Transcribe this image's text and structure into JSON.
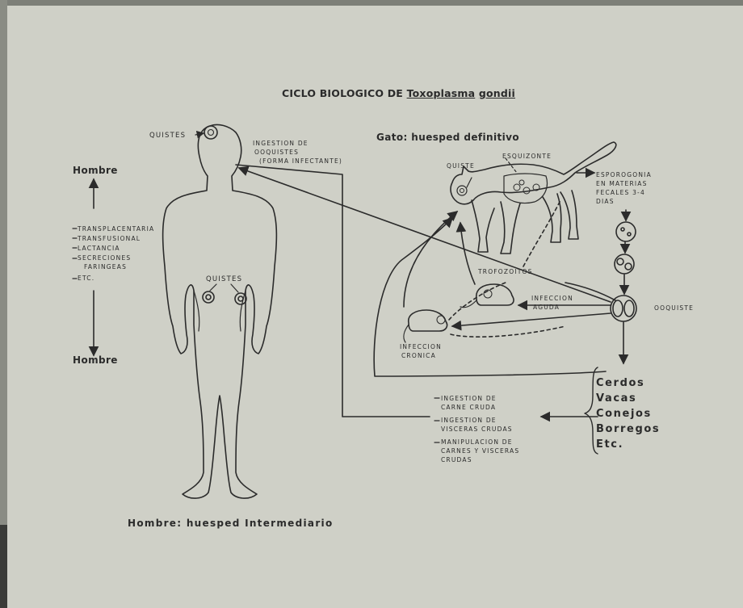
{
  "title": {
    "prefix": "CICLO BIOLOGICO DE ",
    "genus": "Toxoplasma",
    "species": "gondii"
  },
  "labels": {
    "quistes_head": "QUISTES",
    "ingestion_line1": "INGESTION DE",
    "ingestion_line2": "OOQUISTES",
    "ingestion_line3": "(FORMA INFECTANTE)",
    "hombre_top": "Hombre",
    "hombre_bottom": "Hombre",
    "transmission": [
      "TRANSPLACENTARIA",
      "TRANSFUSIONAL",
      "LACTANCIA",
      "SECRECIONES",
      "FARINGEAS",
      "ETC."
    ],
    "quistes_body": "QUISTES",
    "gato": "Gato:  huesped definitivo",
    "esquizonte": "ESQUIZONTE",
    "quiste": "QUISTE",
    "esporogonia": [
      "ESPOROGONIA",
      "EN MATERIAS",
      "FECALES 3-4",
      "DIAS"
    ],
    "trofozoitos": "TROFOZOITOS",
    "infeccion_aguda": [
      "INFECCION",
      "AGUDA"
    ],
    "ooquiste": "OOQUISTE",
    "infeccion_cronica": [
      "INFECCION",
      "CRONICA"
    ],
    "animals": [
      "Cerdos",
      "Vacas",
      "Conejos",
      "Borregos",
      "Etc."
    ],
    "ingestion_list": [
      "INGESTION DE",
      "CARNE CRUDA",
      "INGESTION DE",
      "VISCERAS CRUDAS",
      "MANIPULACION DE",
      "CARNES Y VISCERAS",
      "CRUDAS"
    ],
    "caption": "Hombre:  huesped Intermediario"
  }
}
